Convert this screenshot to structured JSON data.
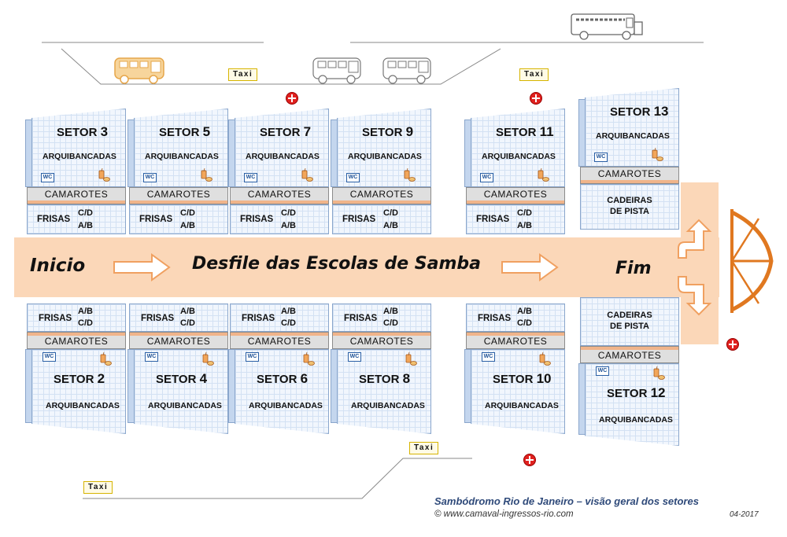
{
  "road": {
    "start_label": "Inicio",
    "parade_label": "Desfile das Escolas de Samba",
    "end_label": "Fim"
  },
  "taxi_label": "Taxi",
  "colors": {
    "road": "#fbd7b8",
    "grid": "#d3e1f3",
    "camarotes_stripe": "#f0b48a",
    "emblem": "#e07820",
    "first_aid": "#e0211f"
  },
  "labels": {
    "arquibancadas": "ARQUIBANCADAS",
    "camarotes": "CAMAROTES",
    "frisas": "FRISAS",
    "wc": "WC",
    "cadeiras_line1": "CADEIRAS",
    "cadeiras_line2": "DE PISTA"
  },
  "top_sectors": [
    {
      "label": "SETOR",
      "number": "3",
      "frisas_top": "C/D",
      "frisas_bottom": "A/B"
    },
    {
      "label": "SETOR",
      "number": "5",
      "frisas_top": "C/D",
      "frisas_bottom": "A/B"
    },
    {
      "label": "SETOR",
      "number": "7",
      "frisas_top": "C/D",
      "frisas_bottom": "A/B"
    },
    {
      "label": "SETOR",
      "number": "9",
      "frisas_top": "C/D",
      "frisas_bottom": "A/B"
    },
    {
      "label": "SETOR",
      "number": "11",
      "frisas_top": "C/D",
      "frisas_bottom": "A/B"
    },
    {
      "label": "SETOR",
      "number": "13"
    }
  ],
  "bottom_sectors": [
    {
      "label": "SETOR",
      "number": "2",
      "frisas_top": "A/B",
      "frisas_bottom": "C/D"
    },
    {
      "label": "SETOR",
      "number": "4",
      "frisas_top": "A/B",
      "frisas_bottom": "C/D"
    },
    {
      "label": "SETOR",
      "number": "6",
      "frisas_top": "A/B",
      "frisas_bottom": "C/D"
    },
    {
      "label": "SETOR",
      "number": "8",
      "frisas_top": "A/B",
      "frisas_bottom": "C/D"
    },
    {
      "label": "SETOR",
      "number": "10",
      "frisas_top": "A/B",
      "frisas_bottom": "C/D"
    },
    {
      "label": "SETOR",
      "number": "12"
    }
  ],
  "footer": {
    "title": "Sambódromo Rio de Janeiro – visão geral dos setores",
    "credit": "© www.camaval-ingressos-rio.com",
    "date": "04-2017"
  },
  "icons": [
    "bus-icon",
    "taxi-sign-icon",
    "first-aid-icon",
    "wc-icon",
    "snack-icon",
    "arrow-right-icon",
    "apotheosis-arch-icon"
  ]
}
